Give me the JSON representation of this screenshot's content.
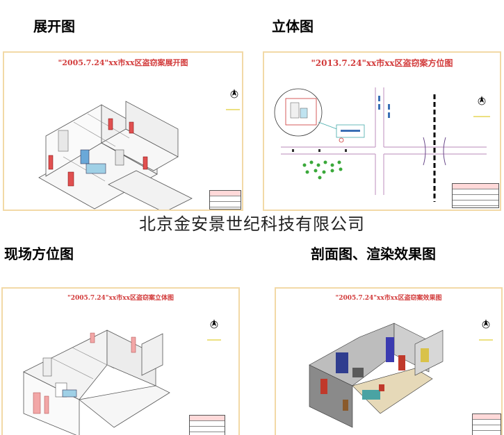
{
  "headings": {
    "top_left": "展开图",
    "top_right": "立体图",
    "bottom_left": "现场方位图",
    "bottom_right": "剖面图、渲染效果图"
  },
  "company": "北京金安景世纪科技有限公司",
  "panels": {
    "expanded": {
      "title": "\"2005.7.24\"xx市xx区盗窃案展开图"
    },
    "location": {
      "title": "\"2013.7.24\"xx市xx区盗窃案方位图"
    },
    "three_d": {
      "title": "\"2005.7.24\"xx市xx区盗窃案立体图"
    },
    "render": {
      "title": "\"2005.7.24\"xx市xx区盗窃案效果图"
    }
  },
  "colors": {
    "title_red": "#d23a3a",
    "panel_border": "#f2d9a6",
    "road_purple": "#c8a0c8"
  }
}
